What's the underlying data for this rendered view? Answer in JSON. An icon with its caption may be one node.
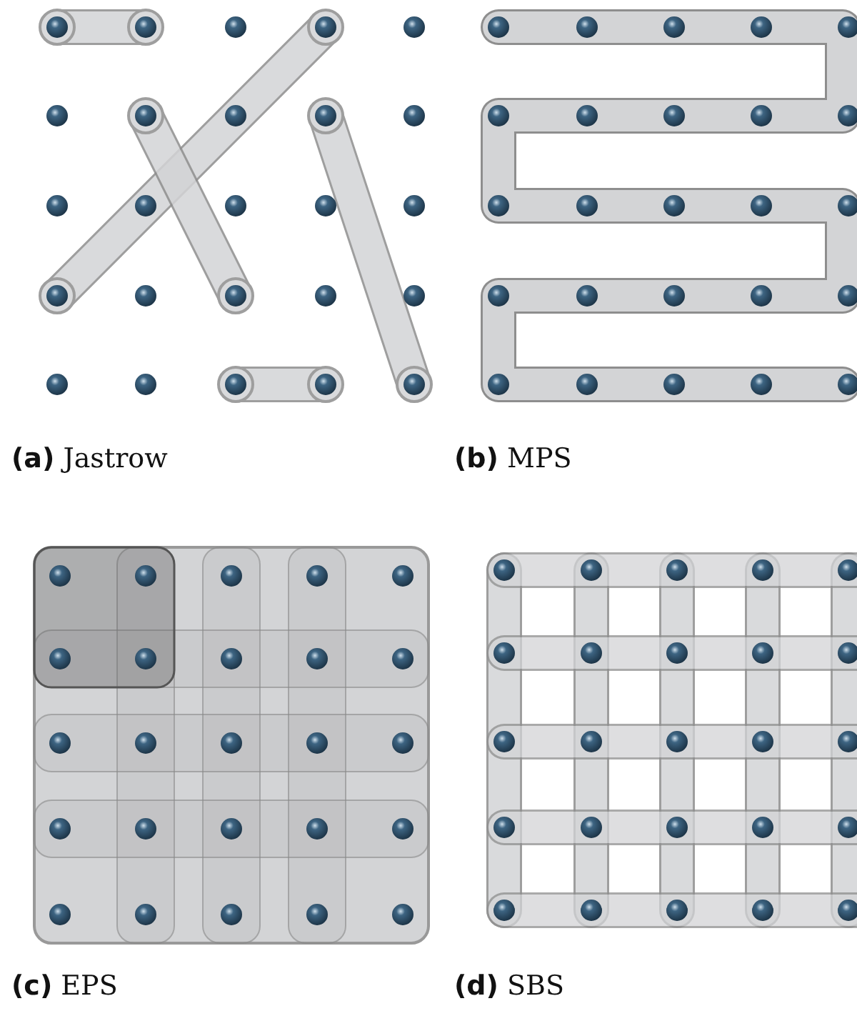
{
  "diagram": {
    "labels": [
      "**(a)** Jastrow",
      "**(b)** MPS",
      "**(c)** EPS",
      "**(d)** SBS"
    ]
  }
}
